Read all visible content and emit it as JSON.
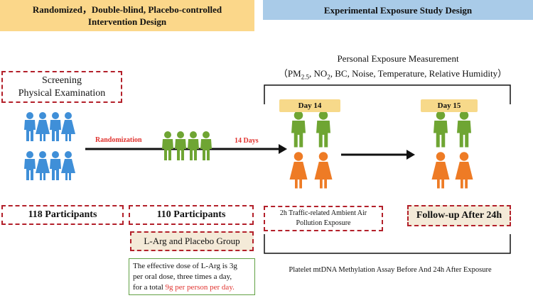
{
  "banners": {
    "left_line1": "Randomized，Double-blind, Placebo-controlled",
    "left_line2": "Intervention Design",
    "right": "Experimental Exposure Study Design"
  },
  "exposure": {
    "title": "Personal Exposure Measurement",
    "open_paren": "（",
    "pm_main": "PM",
    "pm_sub": "2.5",
    "no2_main": ", NO",
    "no2_sub": "2",
    "rest": ", BC, Noise, Temperature, Relative Humidity",
    "close_paren": "）"
  },
  "screening": {
    "line1": "Screening",
    "line2": "Physical Examination"
  },
  "steps": {
    "randomization": "Randomization",
    "days14": "14 Days",
    "day14": "Day 14",
    "day15": "Day 15"
  },
  "boxes": {
    "participants_118": "118 Participants",
    "participants_110": "110 Participants",
    "group": "L-Arg and Placebo Group",
    "exposure_line1": "2h Traffic-related Ambient Air",
    "exposure_line2": "Pollution Exposure",
    "followup": "Follow-up After 24h"
  },
  "dose": {
    "line1": "The effective dose of L-Arg is 3g",
    "line2": "per oral dose, three times a day,",
    "line3_prefix": "for a total ",
    "line3_highlight": "9g per person per day."
  },
  "assay": "Platelet mtDNA Methylation Assay Before And 24h After Exposure",
  "colors": {
    "banner_left": "#fbd78a",
    "banner_right": "#a9cbe8",
    "blue_person": "#3f8fd8",
    "green_person": "#6fa533",
    "orange_person": "#ee7b25",
    "red_dash": "#b3202a",
    "tag_yellow": "#f7d98a",
    "box_fill": "#f4ead8",
    "dose_border": "#62a144",
    "highlight_red": "#e0332f"
  }
}
